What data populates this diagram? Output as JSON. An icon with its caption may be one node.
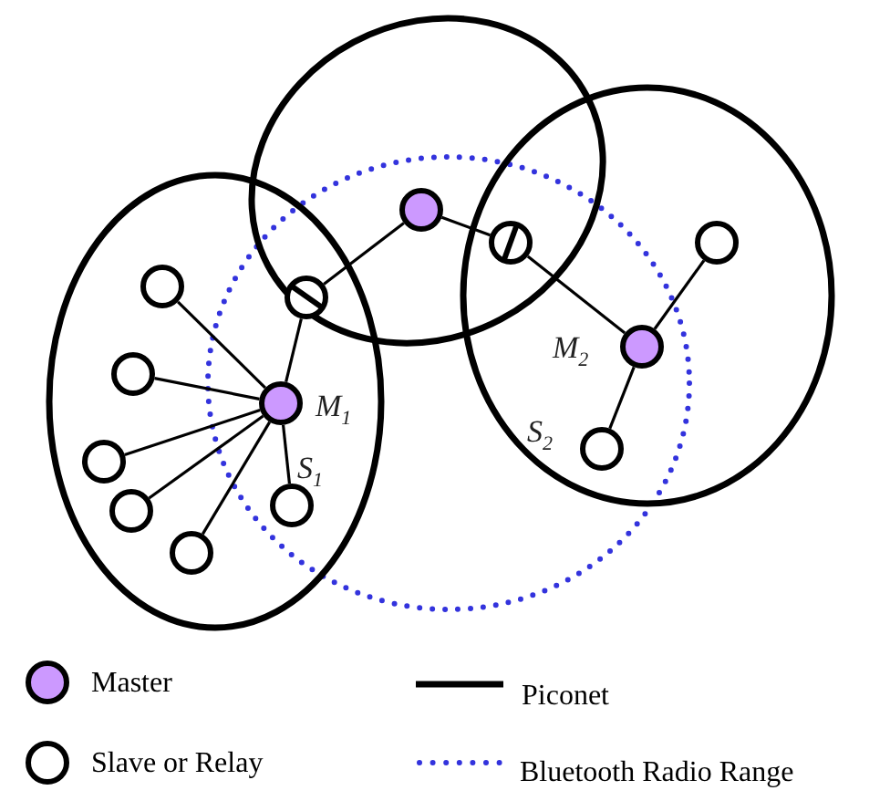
{
  "diagram": {
    "nodes": [
      {
        "text": [],
        "shape": "ellipse"
      },
      {
        "text": [],
        "shape": "dot",
        "in": 0,
        "beside": [
          "M$_{1}$"
        ]
      },
      {
        "text": [],
        "shape": "circle",
        "in": 0
      },
      {
        "text": [],
        "shape": "circle",
        "in": 0
      },
      {
        "text": [],
        "shape": "circle",
        "in": 0
      },
      {
        "text": [],
        "shape": "circle",
        "in": 0
      },
      {
        "text": [],
        "shape": "circle",
        "in": 0
      },
      {
        "text": [],
        "shape": "circle",
        "in": 0,
        "beside": [
          "S$_{1}$"
        ]
      },
      {
        "text": [],
        "shape": "ellipse"
      },
      {
        "text": [],
        "shape": "dot",
        "in": 8
      },
      {
        "text": [],
        "shape": "slashed-circle"
      },
      {
        "text": [],
        "shape": "ellipse"
      },
      {
        "text": [],
        "shape": "slashed-circle"
      },
      {
        "text": [],
        "shape": "circle",
        "in": 11
      },
      {
        "text": [],
        "shape": "dot",
        "in": 11,
        "beside": [
          "M$_{2}$"
        ]
      },
      {
        "text": [],
        "shape": "circle",
        "in": 11,
        "beside": [
          "S$_{2}$"
        ]
      }
    ],
    "edges": [
      {
        "from": 1,
        "to": 2,
        "arrow": "none"
      },
      {
        "from": 1,
        "to": 3,
        "arrow": "none"
      },
      {
        "from": 1,
        "to": 4,
        "arrow": "none"
      },
      {
        "from": 1,
        "to": 5,
        "arrow": "none"
      },
      {
        "from": 1,
        "to": 6,
        "arrow": "none"
      },
      {
        "from": 1,
        "to": 7,
        "arrow": "none"
      },
      {
        "from": 1,
        "to": 10,
        "arrow": "none"
      },
      {
        "from": 10,
        "to": 9,
        "arrow": "none"
      },
      {
        "from": 9,
        "to": 12,
        "arrow": "none"
      },
      {
        "from": 12,
        "to": 14,
        "arrow": "none"
      },
      {
        "from": 14,
        "to": 13,
        "arrow": "none"
      },
      {
        "from": 14,
        "to": 15,
        "arrow": "none"
      }
    ],
    "legend": [
      {
        "text": "Master",
        "color": "#cc99ff"
      },
      {
        "text": "Slave or Relay"
      },
      {
        "text": "Piconet"
      },
      {
        "text": "Bluetooth Radio Range"
      }
    ]
  }
}
